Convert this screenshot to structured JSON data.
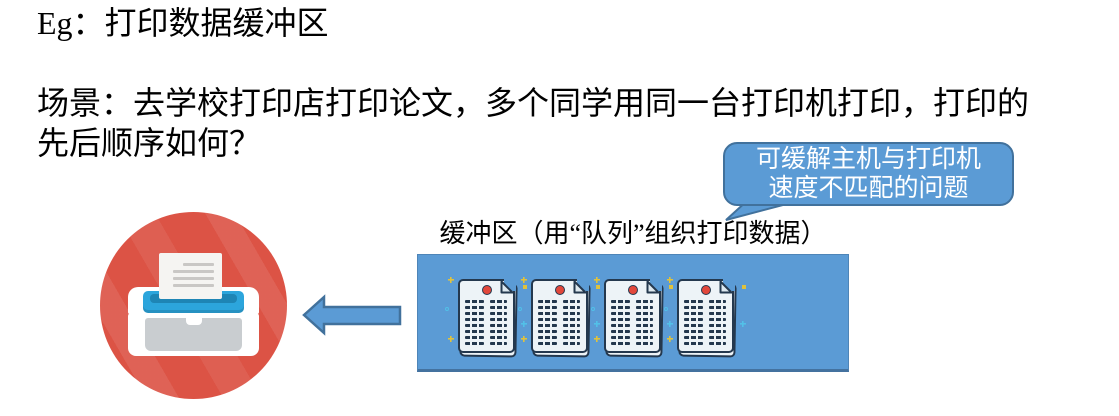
{
  "slide": {
    "title": "Eg：打印数据缓冲区",
    "scenario_line1": "场景：去学校打印店打印论文，多个同学用同一台打印机打印，打印的",
    "scenario_line2": "先后顺序如何？"
  },
  "callout": {
    "line1": "可缓解主机与打印机",
    "line2": "速度不匹配的问题",
    "fill_color": "#5B9BD5",
    "border_color": "#41719C",
    "text_color": "#FFFFFF"
  },
  "buffer": {
    "label": "缓冲区（用“队列”组织打印数据）",
    "box_color": "#5B9BD5",
    "document_count": 4,
    "document_outline_color": "#24384E",
    "document_dot_color": "#E2473B"
  },
  "arrow": {
    "direction": "left",
    "fill_color": "#5B9BD5",
    "border_color": "#41719C"
  },
  "printer": {
    "circle_color": "#DC5345",
    "tray_color": "#2CA5DC",
    "panel_color": "#C9CDD0"
  }
}
